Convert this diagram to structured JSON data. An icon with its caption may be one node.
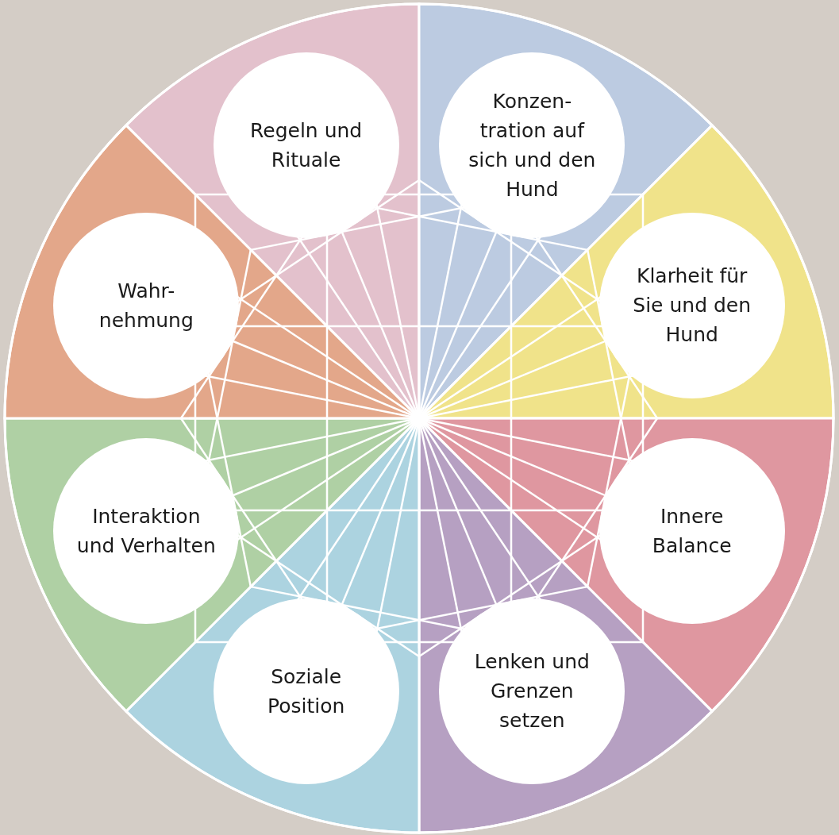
{
  "diagram": {
    "nodes": [
      {
        "text": [
          "Regeln und Rituale"
        ]
      },
      {
        "text": [
          "Konzen- tration auf sich und den Hund"
        ]
      },
      {
        "text": [
          "Klarheit für Sie und den Hund"
        ]
      },
      {
        "text": [
          "Innere Balance"
        ]
      },
      {
        "text": [
          "Lenken und Grenzen setzen"
        ]
      },
      {
        "text": [
          "Soziale Position"
        ]
      },
      {
        "text": [
          "Interaktion und Verhalten"
        ]
      },
      {
        "text": [
          "Wahr- nehmung"
        ]
      }
    ]
  }
}
